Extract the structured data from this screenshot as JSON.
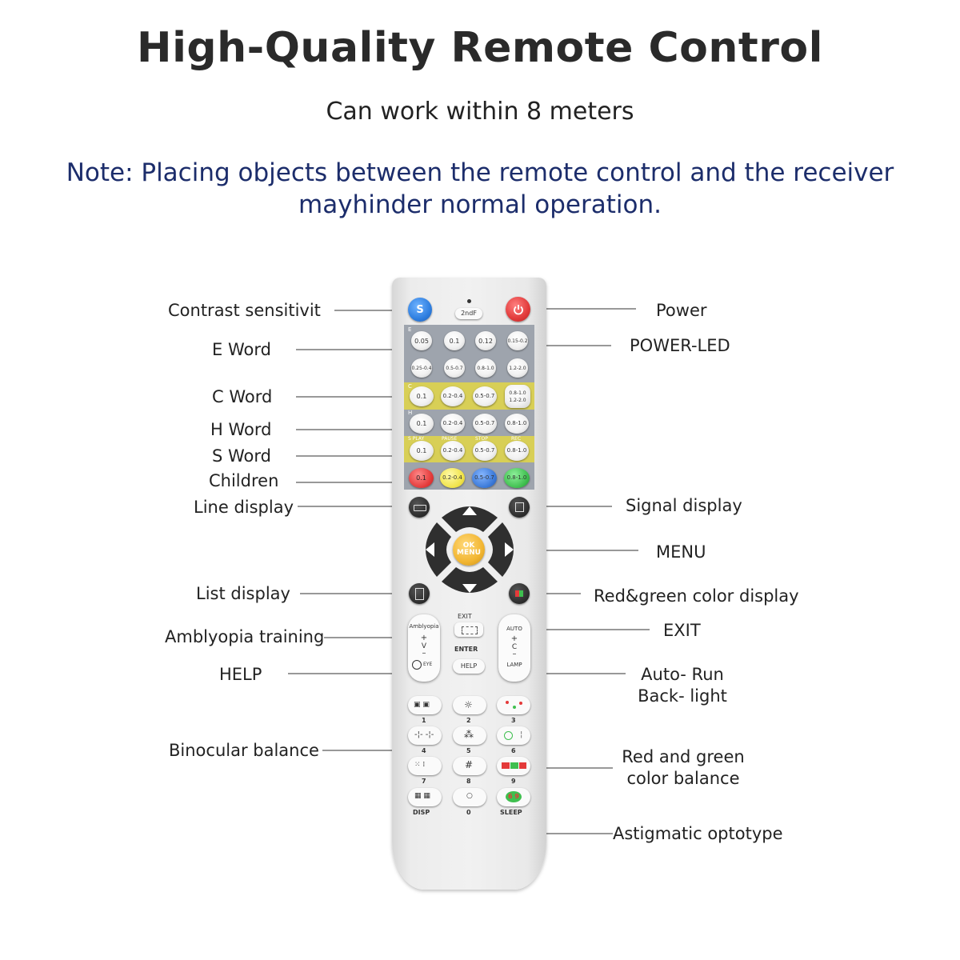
{
  "header": {
    "title": "High-Quality Remote Control",
    "subtitle": "Can work within 8 meters",
    "note_line1": "Note: Placing objects between the remote control and the receiver",
    "note_line2": "mayhinder normal operation."
  },
  "labels": {
    "contrast": "Contrast sensitivit",
    "e_word": "E Word",
    "c_word": "C Word",
    "h_word": "H Word",
    "s_word": "S Word",
    "children": "Children",
    "line_display": "Line display",
    "list_display": "List display",
    "amblyopia": "Amblyopia training",
    "help": "HELP",
    "binocular": "Binocular balance",
    "power": "Power",
    "power_led": "POWER-LED",
    "signal_display": "Signal display",
    "menu": "MENU",
    "red_green_display": "Red&green color display",
    "exit": "EXIT",
    "auto_run": "Auto- Run",
    "back_light": "Back- light",
    "rg_balance_1": "Red and green",
    "rg_balance_2": "color balance",
    "astigmatic": "Astigmatic optotype"
  },
  "remote": {
    "s_key": "S",
    "second_f": "2ndF",
    "e_band": "E",
    "e_row1": [
      "0.05",
      "0.1",
      "0.12",
      "0.15-0.2"
    ],
    "e_row2": [
      "0.25-0.4",
      "0.5-0.7",
      "0.8-1.0",
      "1.2-2.0"
    ],
    "c_band": "C",
    "c_row": [
      "0.1",
      "0.2-0.4",
      "0.5-0.7",
      "0.8-1.0 1.2-2.0"
    ],
    "h_band": "H",
    "h_row": [
      "0.1",
      "0.2-0.4",
      "0.5-0.7",
      "0.8-1.0"
    ],
    "s_band_labels": [
      "S PLAY",
      "PAUSE",
      "STOP",
      "REC"
    ],
    "s_row": [
      "0.1",
      "0.2-0.4",
      "0.5-0.7",
      "0.8-1.0"
    ],
    "children_row": [
      "0.1",
      "0.2-0.4",
      "0.5-0.7",
      "0.8-1.0"
    ],
    "ok_label": "OK",
    "menu_label": "MENU",
    "exit_label": "EXIT",
    "enter_label": "ENTER",
    "help_label": "HELP",
    "amblyopia_label": "Amblyopia",
    "v_label": "V",
    "eye_label": "EYE",
    "auto_label": "AUTO",
    "c_label": "C",
    "lamp_label": "LAMP",
    "numbers": [
      "1",
      "2",
      "3",
      "4",
      "5",
      "6",
      "7",
      "8",
      "9"
    ],
    "disp_label": "DISP",
    "zero_label": "0",
    "sleep_label": "SLEEP",
    "sleep_icon_text": "6 9"
  },
  "colors": {
    "title": "#2a2a2a",
    "note": "#1c2d6b",
    "s_key": "#2f7fe0",
    "power_key": "#e23b3b",
    "ok_key": "#f2b632",
    "e_band": "#9ea4ad",
    "c_band": "#d8cf56",
    "h_band": "#9ea4ad",
    "child_red": "#e43a3a",
    "child_yellow": "#f0e34a",
    "child_blue": "#3a79d8",
    "child_green": "#3fbf4f"
  }
}
